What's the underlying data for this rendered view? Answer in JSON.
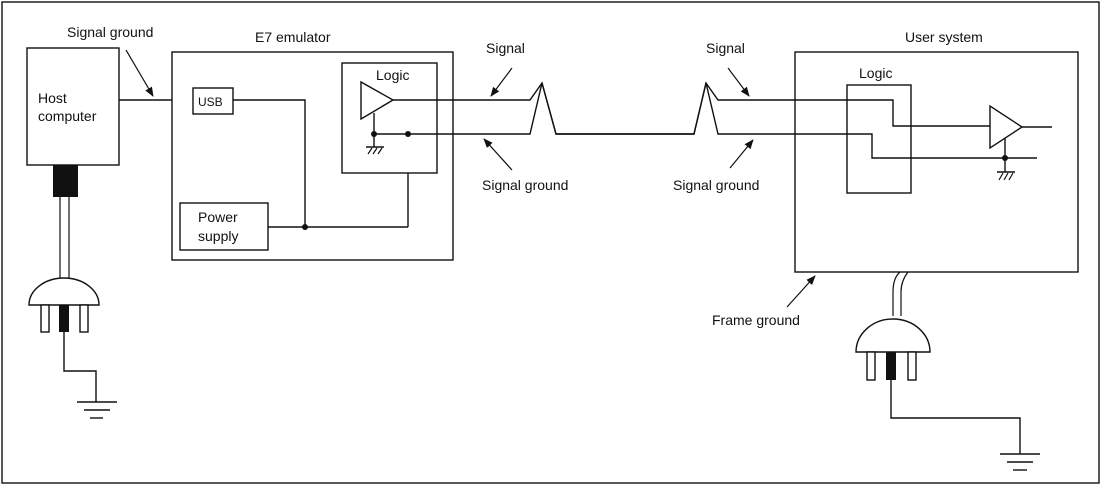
{
  "labels": {
    "signal_ground_top": "Signal ground",
    "e7_emulator": "E7 emulator",
    "host_line1": "Host",
    "host_line2": "computer",
    "usb": "USB",
    "logic_emulator": "Logic",
    "power_line1": "Power",
    "power_line2": "supply",
    "signal_1": "Signal",
    "signal_2": "Signal",
    "signal_ground_1": "Signal ground",
    "signal_ground_2": "Signal ground",
    "user_system": "User system",
    "logic_user": "Logic",
    "frame_ground": "Frame ground"
  },
  "colors": {
    "stroke": "#111111",
    "background": "#ffffff"
  }
}
